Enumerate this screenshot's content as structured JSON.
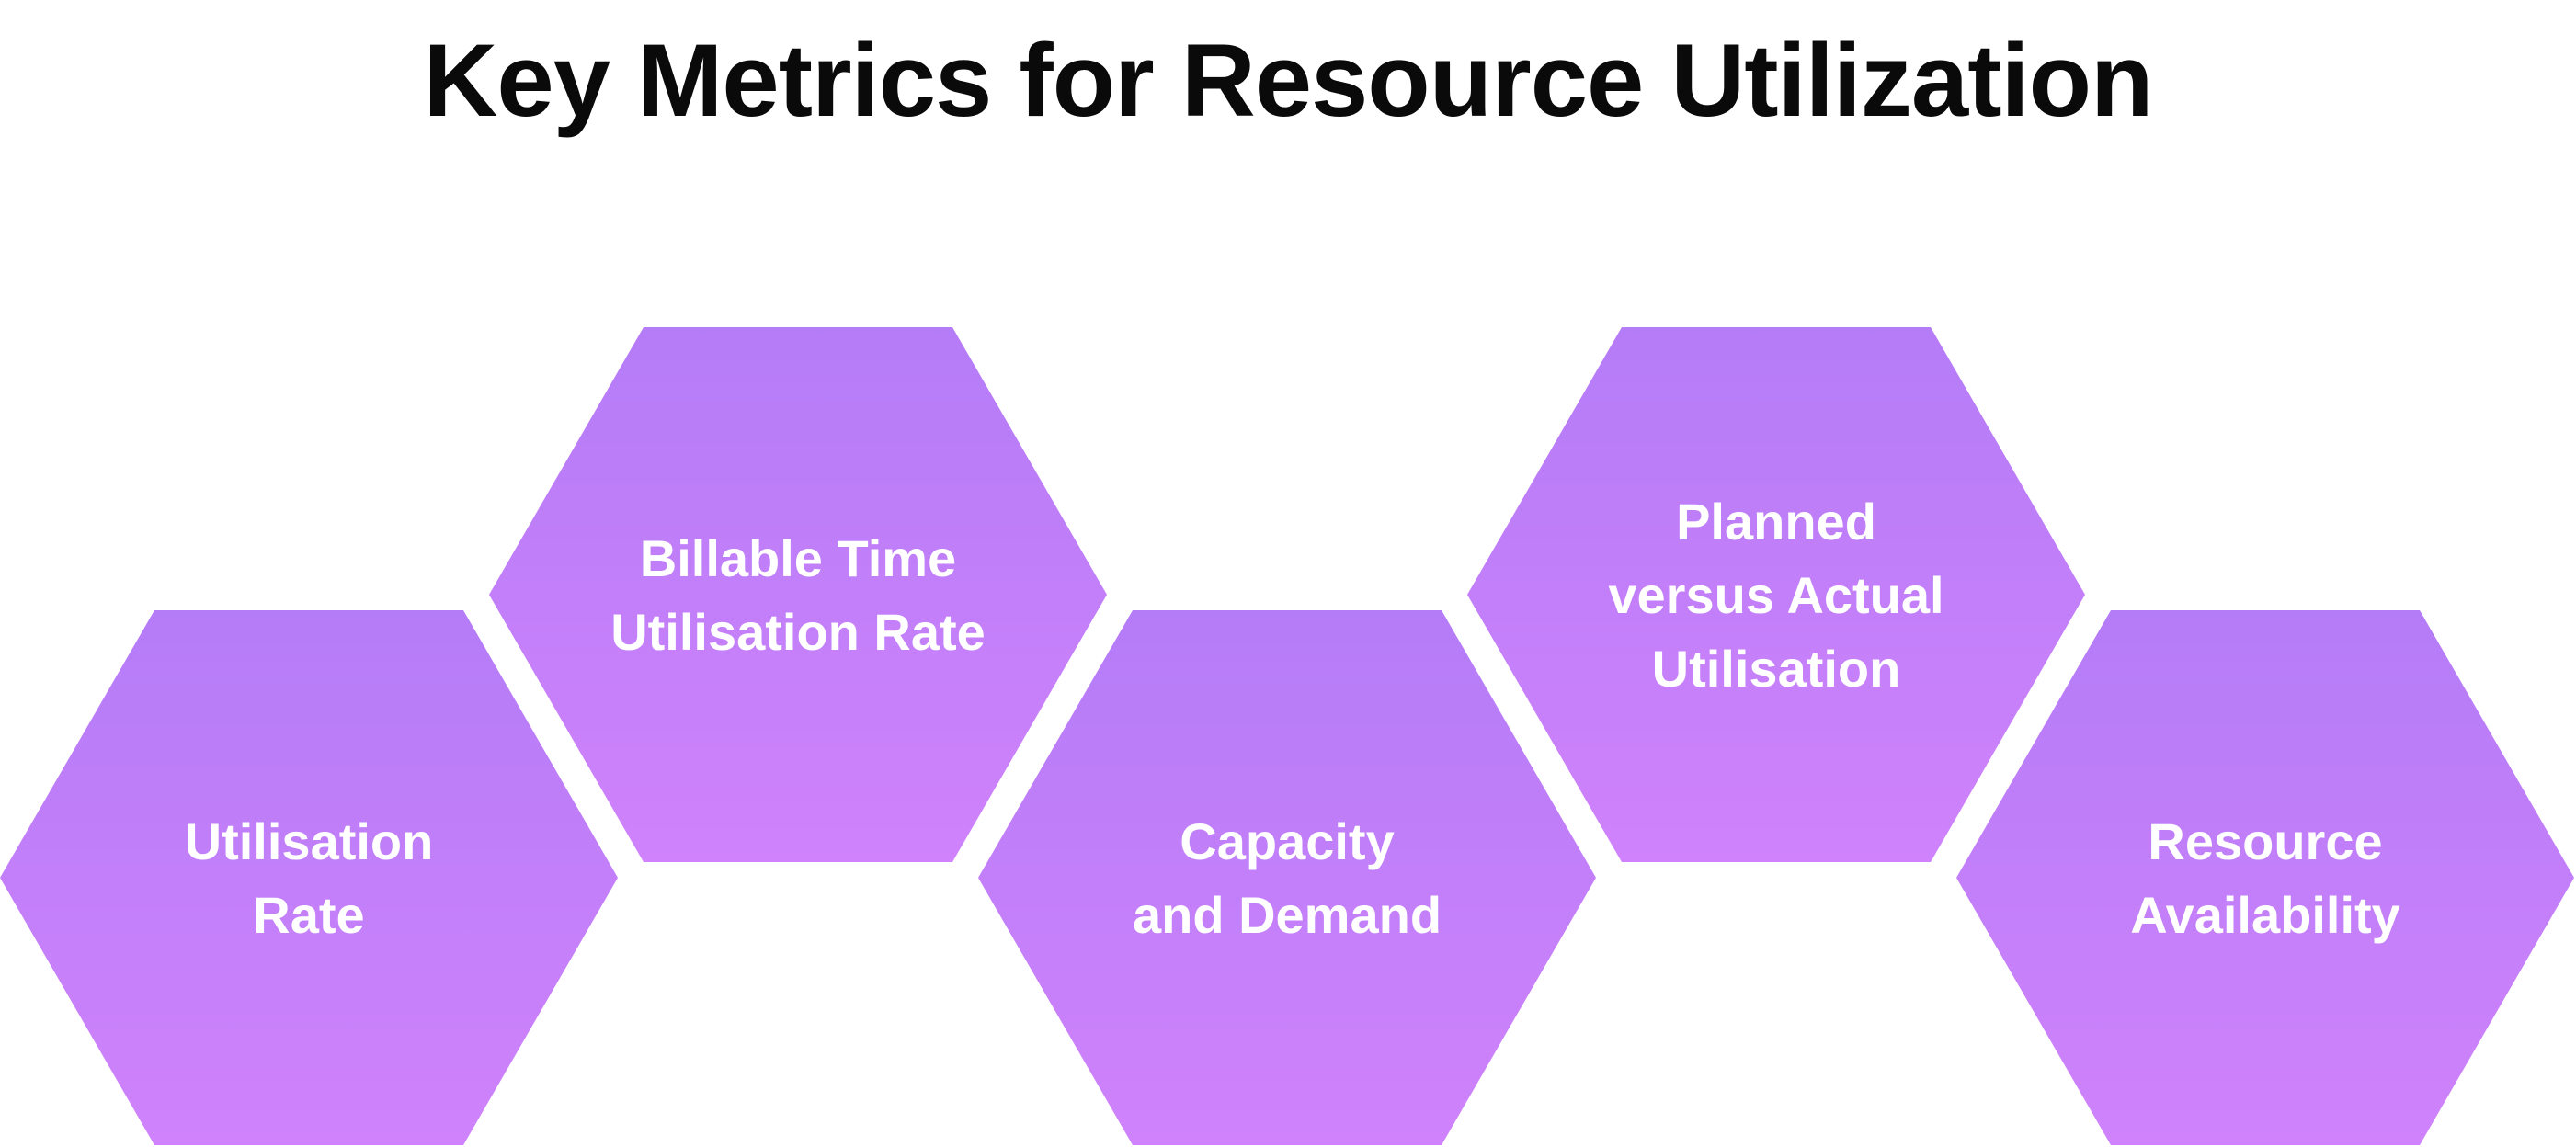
{
  "title": "Key Metrics for Resource Utilization",
  "colors": {
    "hex_top": "#b57cf7",
    "hex_bottom": "#cf82fb",
    "label": "#ffffff",
    "title": "#0a0a0a"
  },
  "hexagons": [
    {
      "id": "utilisation-rate",
      "lines": [
        "Utilisation",
        "Rate"
      ]
    },
    {
      "id": "billable-time-utilisation-rate",
      "lines": [
        "Billable Time",
        "Utilisation Rate"
      ]
    },
    {
      "id": "capacity-and-demand",
      "lines": [
        "Capacity",
        "and Demand"
      ]
    },
    {
      "id": "planned-versus-actual-utilisation",
      "lines": [
        "Planned",
        "versus Actual",
        "Utilisation"
      ]
    },
    {
      "id": "resource-availability",
      "lines": [
        "Resource",
        "Availability"
      ]
    }
  ]
}
